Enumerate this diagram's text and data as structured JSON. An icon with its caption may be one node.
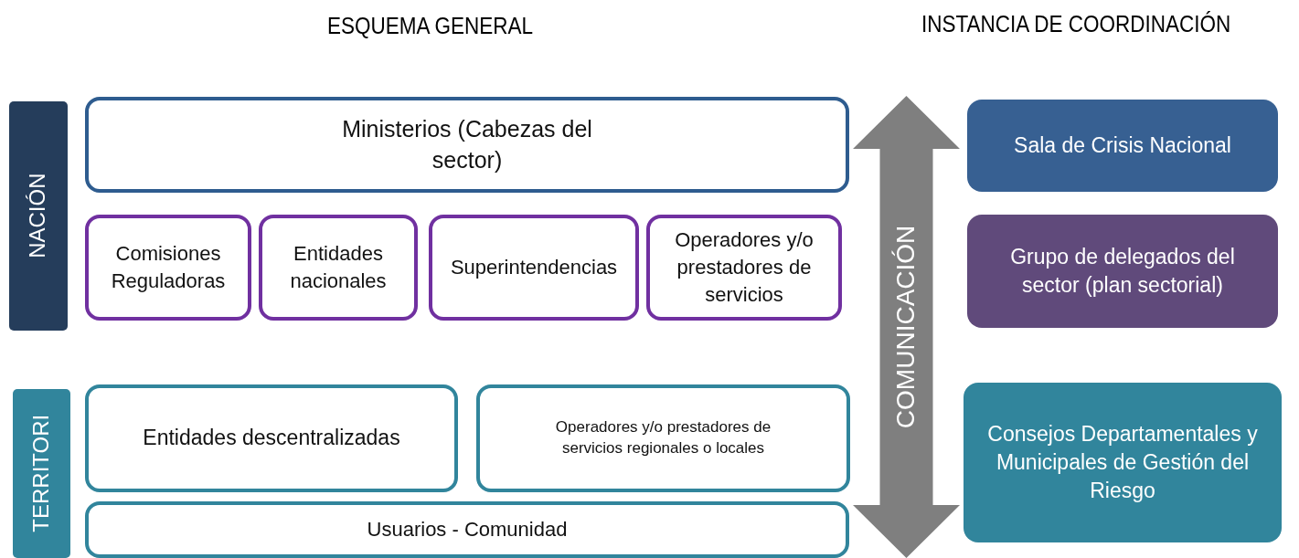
{
  "diagram": {
    "nodes": [
      {
        "text": [
          "NACIÓN"
        ]
      },
      {
        "text": [
          "TERRITORI"
        ]
      },
      {
        "text": [
          "Ministerios (Cabezas del sector)"
        ]
      },
      {
        "text": [
          "Comisiones Reguladoras"
        ]
      },
      {
        "text": [
          "Entidades nacionales"
        ]
      },
      {
        "text": [
          "Superintendencias"
        ]
      },
      {
        "text": [
          "Operadores y/o prestadores de servicios"
        ]
      },
      {
        "text": [
          "Entidades descentralizadas"
        ]
      },
      {
        "text": [
          "Operadores y/o prestadores de servicios regionales o locales"
        ]
      },
      {
        "text": [
          "Usuarios - Comunidad"
        ]
      },
      {
        "text": [
          "COMUNICACIÓN"
        ]
      },
      {
        "text": [
          "Sala de Crisis Nacional"
        ]
      },
      {
        "text": [
          "Grupo de delegados del sector (plan sectorial)"
        ]
      },
      {
        "text": [
          "Consejos Departamentales y Municipales de Gestión del Riesgo"
        ]
      }
    ],
    "labels": [
      "ESQUEMA GENERAL",
      "INSTANCIA DE COORDINACIÓN"
    ]
  }
}
